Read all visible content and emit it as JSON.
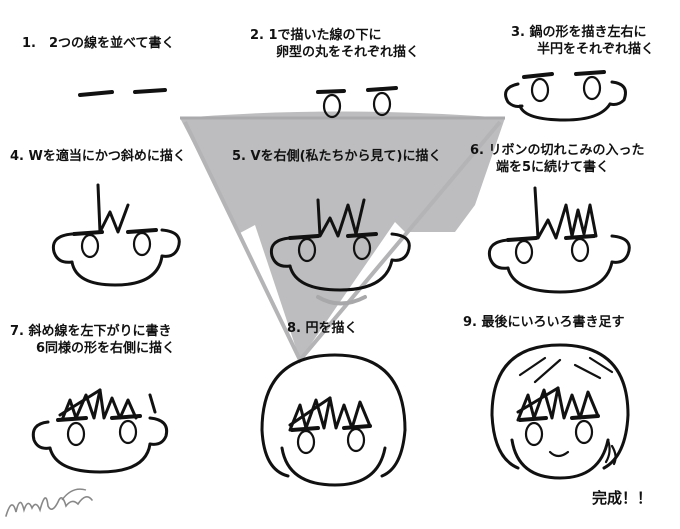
{
  "steps": [
    {
      "id": 1,
      "label": "1.　2つの線を並べて書く"
    },
    {
      "id": 2,
      "label": "2. 1で描いた線の下に\n　　卵型の丸をそれぞれ描く"
    },
    {
      "id": 3,
      "label": "3. 鍋の形を描き左右に\n　　半円をそれぞれ描く"
    },
    {
      "id": 4,
      "label": "4. Wを適当にかつ斜めに描く"
    },
    {
      "id": 5,
      "label": "5. Vを右側(私たちから見て)に描く"
    },
    {
      "id": 6,
      "label": "6. リボンの切れこみの入った\n　　端を5に続けて書く"
    },
    {
      "id": 7,
      "label": "7. 斜め線を左下がりに書き\n　　6同様の形を右側に描く"
    },
    {
      "id": 8,
      "label": "8. 円を描く"
    },
    {
      "id": 9,
      "label": "9. 最後にいろいろ書き足す"
    }
  ],
  "footer": {
    "complete_label": "完成！！"
  },
  "signature": {
    "text": "muin"
  },
  "colors": {
    "line": "#111111",
    "overlay": "#bdbdbf",
    "background": "#ffffff"
  }
}
